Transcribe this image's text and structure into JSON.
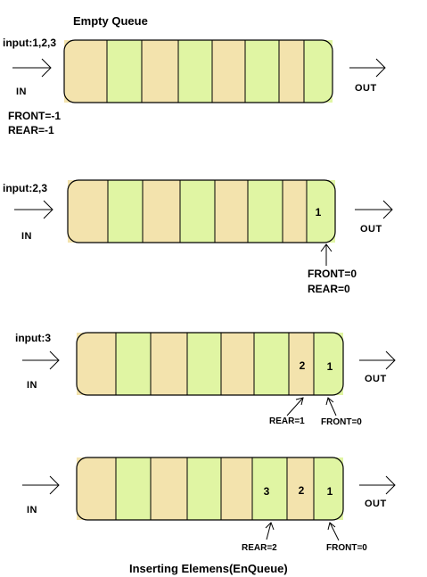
{
  "colors": {
    "tan": "#f3e3ad",
    "green": "#e0f5a3",
    "stroke": "#000000"
  },
  "title_top": "Empty Queue",
  "caption": "Inserting Elemens(EnQueue)",
  "in_label": "IN",
  "out_label": "OUT",
  "panels": [
    {
      "input": "input:1,2,3",
      "front": "FRONT=-1",
      "rear": "REAR=-1",
      "cells": [
        "",
        "",
        "",
        "",
        "",
        "",
        "",
        ""
      ]
    },
    {
      "input": "input:2,3",
      "pointer": "FRONT=0",
      "pointer2": "REAR=0",
      "cells": [
        "",
        "",
        "",
        "",
        "",
        "",
        "",
        "1"
      ]
    },
    {
      "input": "input:3",
      "rear": "REAR=1",
      "front": "FRONT=0",
      "cells": [
        "",
        "",
        "",
        "",
        "",
        "",
        "2",
        "1"
      ]
    },
    {
      "input": "",
      "rear": "REAR=2",
      "front": "FRONT=0",
      "cells": [
        "",
        "",
        "",
        "",
        "",
        "3",
        "2",
        "1"
      ]
    }
  ]
}
